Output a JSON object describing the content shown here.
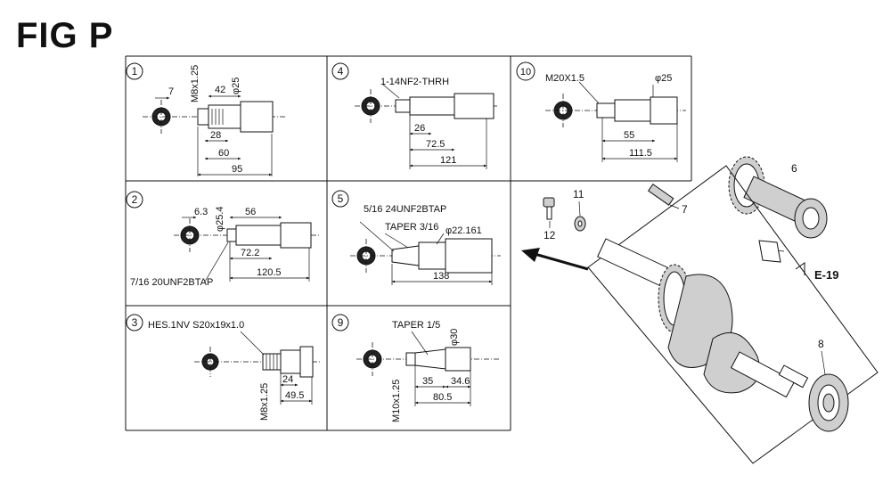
{
  "figure": {
    "title": "FIG P"
  },
  "panels": [
    {
      "num": "1",
      "dims": [
        "7",
        "M8x1.25",
        "42",
        "φ25",
        "28",
        "60",
        "95"
      ]
    },
    {
      "num": "4",
      "dims": [
        "1-14NF2-THRH",
        "26",
        "72.5",
        "121"
      ]
    },
    {
      "num": "10",
      "dims": [
        "M20X1.5",
        "φ25",
        "55",
        "111.5"
      ]
    },
    {
      "num": "2",
      "dims": [
        "6.3",
        "φ25.4",
        "56",
        "72.2",
        "120.5",
        "7/16 20UNF2BTAP"
      ]
    },
    {
      "num": "5",
      "dims": [
        "5/16 24UNF2BTAP",
        "TAPER 3/16",
        "φ22.161",
        "138"
      ]
    },
    {
      "num": "3",
      "dims": [
        "HES.1NV S20x19x1.0",
        "24",
        "49.5",
        "M8x1.25"
      ]
    },
    {
      "num": "9",
      "dims": [
        "TAPER 1/5",
        "φ30",
        "35",
        "34.6",
        "80.5",
        "M10x1.25"
      ]
    }
  ],
  "callouts": {
    "p6": "6",
    "p7": "7",
    "p8": "8",
    "p11": "11",
    "p12": "12",
    "ref": "E-19"
  }
}
